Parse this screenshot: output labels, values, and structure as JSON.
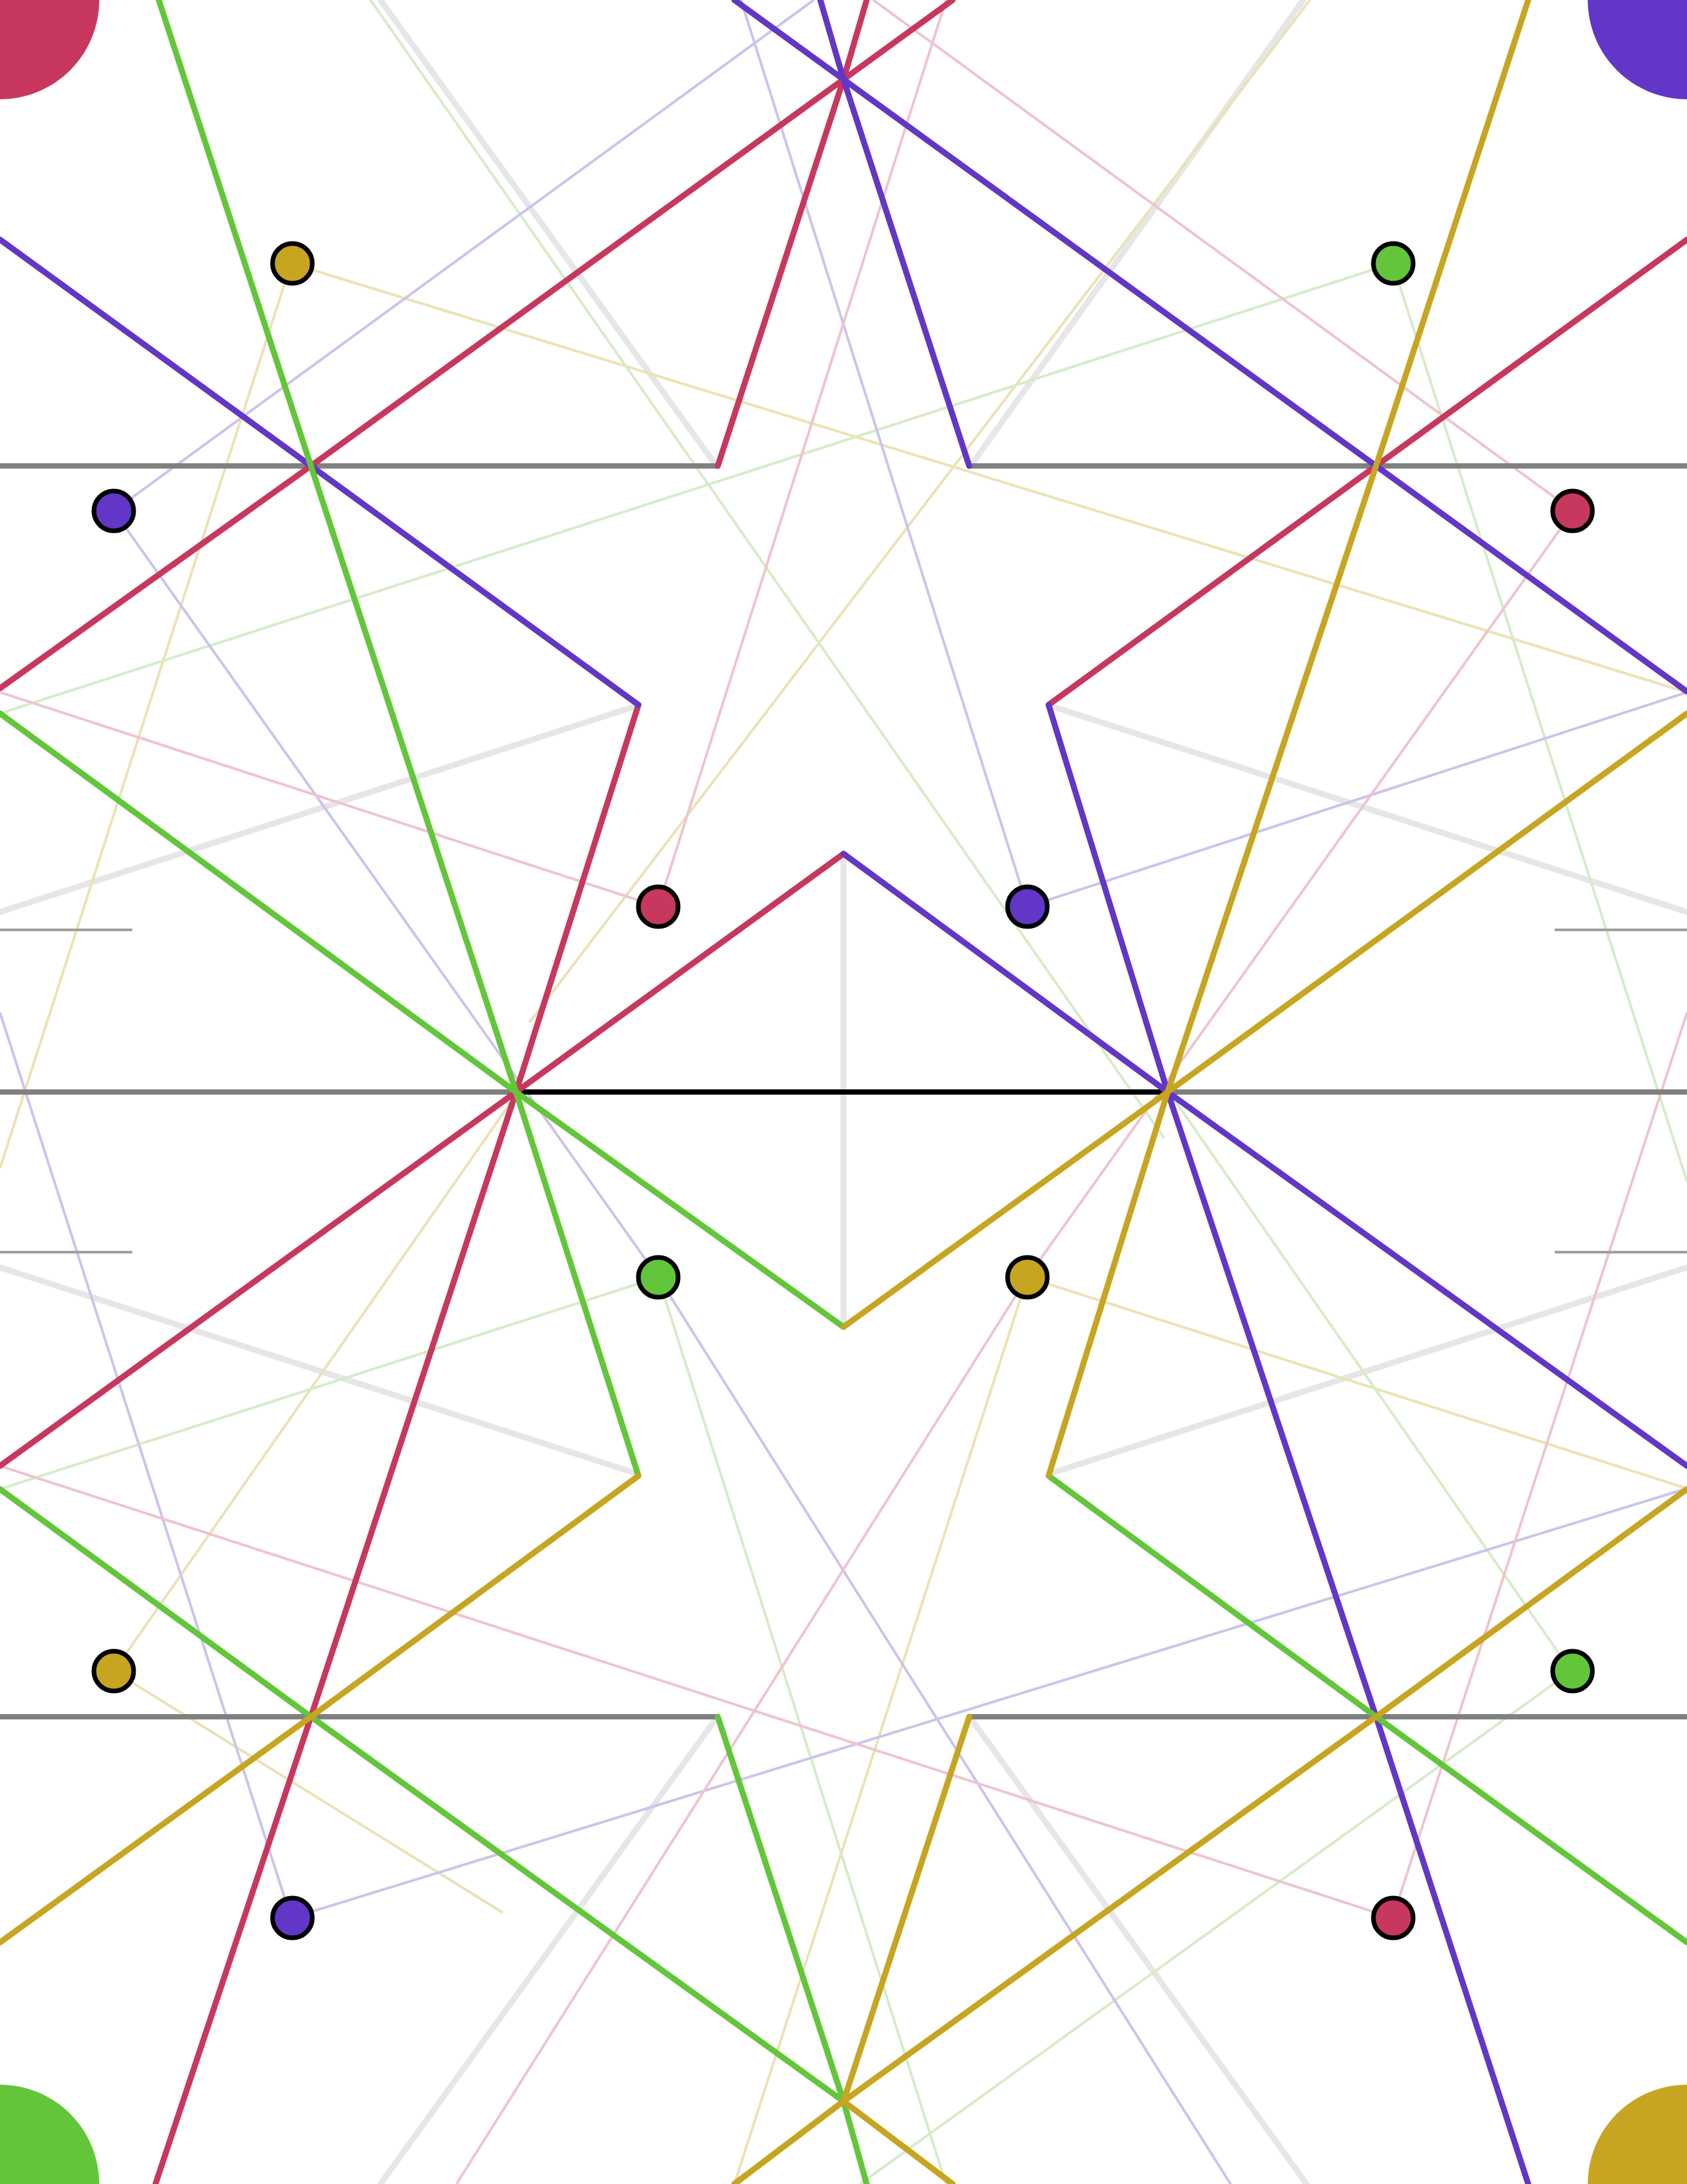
{
  "colors": {
    "red": "#c8375d",
    "purple": "#6236c6",
    "green": "#63c63a",
    "gold": "#c7a520",
    "gray": "#808080",
    "light_gray": "#e6e6e6",
    "black": "#000000",
    "background": "#ffffff"
  },
  "corner_markers": [
    {
      "name": "corner-marker-top-left",
      "color": "red"
    },
    {
      "name": "corner-marker-top-right",
      "color": "purple"
    },
    {
      "name": "corner-marker-bottom-left",
      "color": "green"
    },
    {
      "name": "corner-marker-bottom-right",
      "color": "gold"
    }
  ],
  "point_markers": [
    {
      "name": "point-top-left-gold",
      "color": "gold"
    },
    {
      "name": "point-top-right-green",
      "color": "green"
    },
    {
      "name": "point-left-purple",
      "color": "purple"
    },
    {
      "name": "point-right-red",
      "color": "red"
    },
    {
      "name": "point-center-left-red",
      "color": "red"
    },
    {
      "name": "point-center-right-purple",
      "color": "purple"
    },
    {
      "name": "point-center-left-green",
      "color": "green"
    },
    {
      "name": "point-center-right-gold",
      "color": "gold"
    },
    {
      "name": "point-bottom-left-gold",
      "color": "gold"
    },
    {
      "name": "point-bottom-right-green",
      "color": "green"
    },
    {
      "name": "point-bottom-left-purple",
      "color": "purple"
    },
    {
      "name": "point-bottom-right-red",
      "color": "red"
    }
  ]
}
